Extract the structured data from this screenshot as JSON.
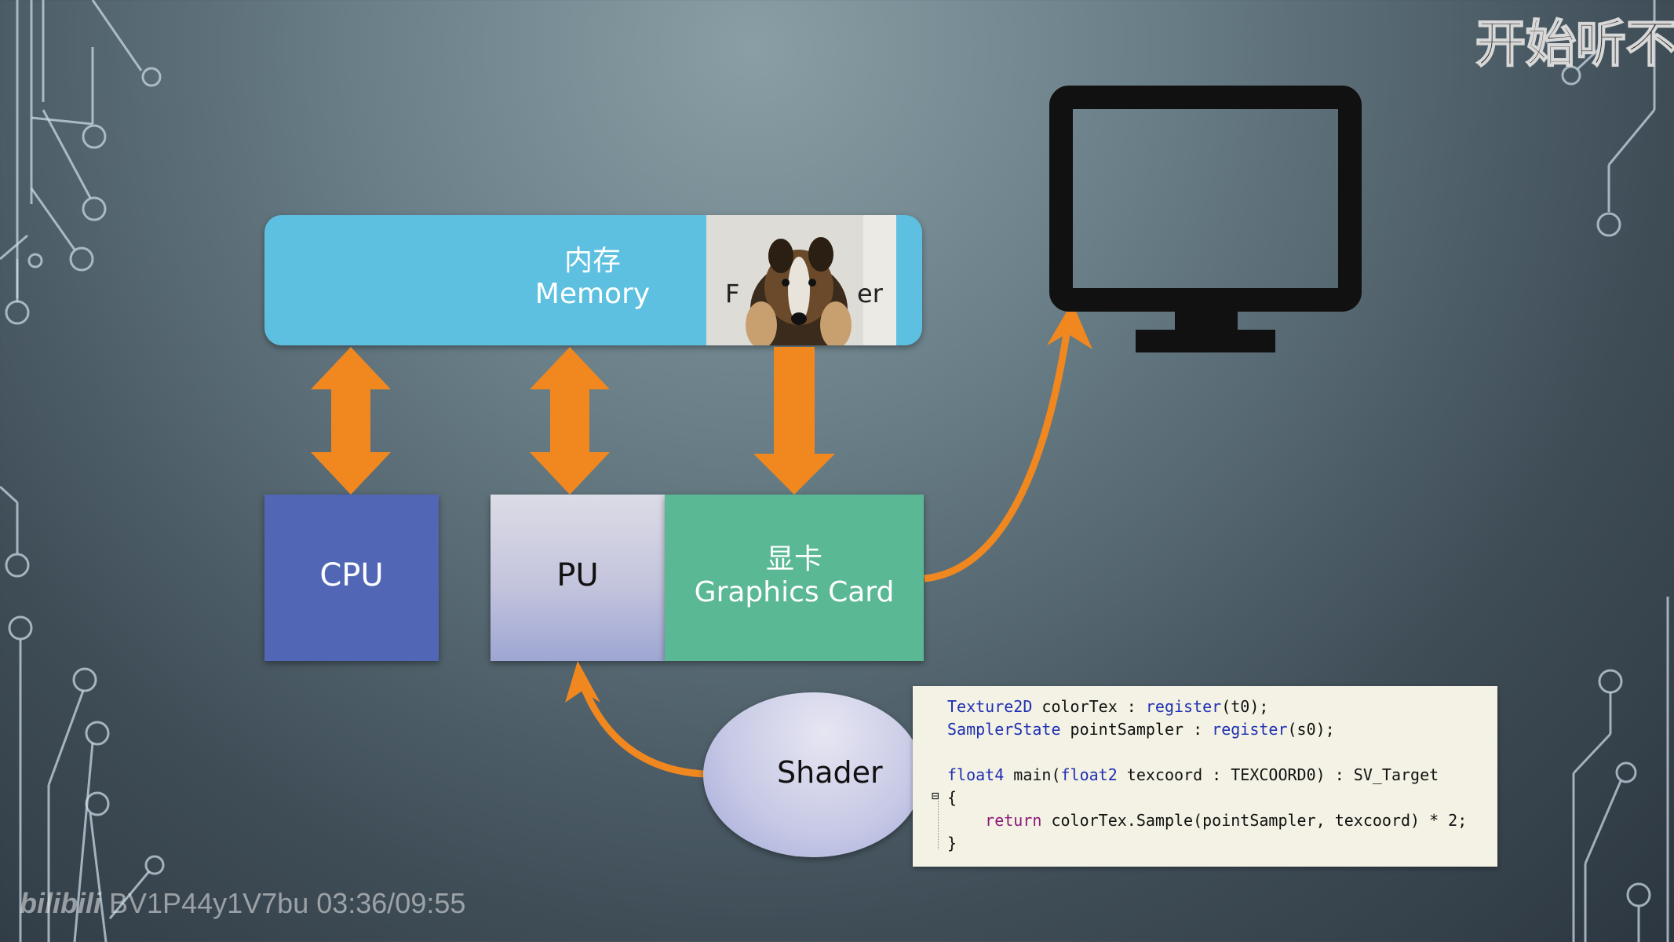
{
  "diagram": {
    "memory": {
      "line1": "内存",
      "line2": "Memory",
      "frame_buffer_left": "F",
      "frame_buffer_right": "er"
    },
    "cpu": {
      "label": "CPU"
    },
    "pu": {
      "label": "PU"
    },
    "graphics_card": {
      "line1": "显卡",
      "line2": "Graphics Card"
    },
    "shader": {
      "label": "Shader"
    },
    "code": {
      "lines": [
        "Texture2D colorTex : register(t0);",
        "SamplerState pointSampler : register(s0);",
        "",
        "float4 main(float2 texcoord : TEXCOORD0) : SV_Target",
        "{",
        "    return colorTex.Sample(pointSampler, texcoord) * 2;",
        "}"
      ]
    }
  },
  "overlay": {
    "watermark_logo": "bilibili",
    "watermark_text": "BV1P44y1V7bu 03:36/09:55",
    "subtitle": "开始听不"
  },
  "colors": {
    "memory": "#5ec0e0",
    "cpu": "#5167b6",
    "graphics_card": "#5ab894",
    "arrow": "#f0881f",
    "monitor": "#111111"
  }
}
